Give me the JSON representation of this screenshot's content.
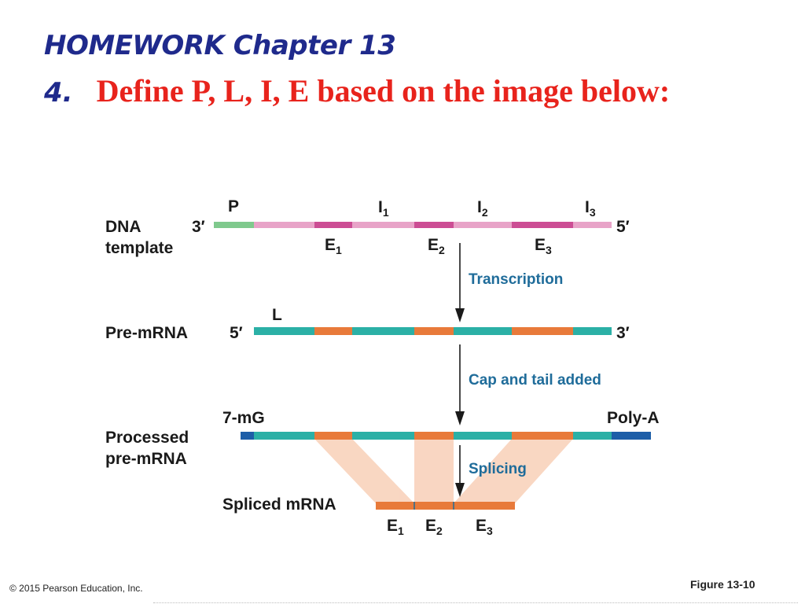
{
  "slide": {
    "title_line1": "HOMEWORK Chapter 13",
    "question_number": "4.",
    "question_text": "Define P, L, I, E based on the image below:"
  },
  "figure": {
    "dna": {
      "label_line1": "DNA",
      "label_line2": "template",
      "end_left": "3′",
      "end_right": "5′",
      "promoter": "P",
      "introns": [
        {
          "base": "I",
          "sub": "1"
        },
        {
          "base": "I",
          "sub": "2"
        },
        {
          "base": "I",
          "sub": "3"
        }
      ],
      "exons": [
        {
          "base": "E",
          "sub": "1"
        },
        {
          "base": "E",
          "sub": "2"
        },
        {
          "base": "E",
          "sub": "3"
        }
      ]
    },
    "step_transcription": "Transcription",
    "pre_mrna": {
      "label": "Pre-mRNA",
      "end_left": "5′",
      "end_right": "3′",
      "leader": "L"
    },
    "step_cap_tail": "Cap and tail added",
    "processed": {
      "label_line1": "Processed",
      "label_line2": "pre-mRNA",
      "cap": "7-mG",
      "tail": "Poly-A"
    },
    "step_splicing": "Splicing",
    "spliced": {
      "label": "Spliced mRNA",
      "exons": [
        {
          "base": "E",
          "sub": "1"
        },
        {
          "base": "E",
          "sub": "2"
        },
        {
          "base": "E",
          "sub": "3"
        }
      ]
    },
    "colors": {
      "dna_exon": "#cc4d94",
      "dna_intron": "#e8a3c8",
      "promoter": "#7fc98d",
      "rna_exon": "#e87a3a",
      "rna_intron": "#2bb0a6",
      "cap_tail": "#1d5ea8",
      "splice_shading": "#f7c9ae",
      "arrow": "#1a1a1a"
    }
  },
  "footer": {
    "copyright": "© 2015 Pearson Education, Inc.",
    "figure_number": "Figure 13-10"
  }
}
